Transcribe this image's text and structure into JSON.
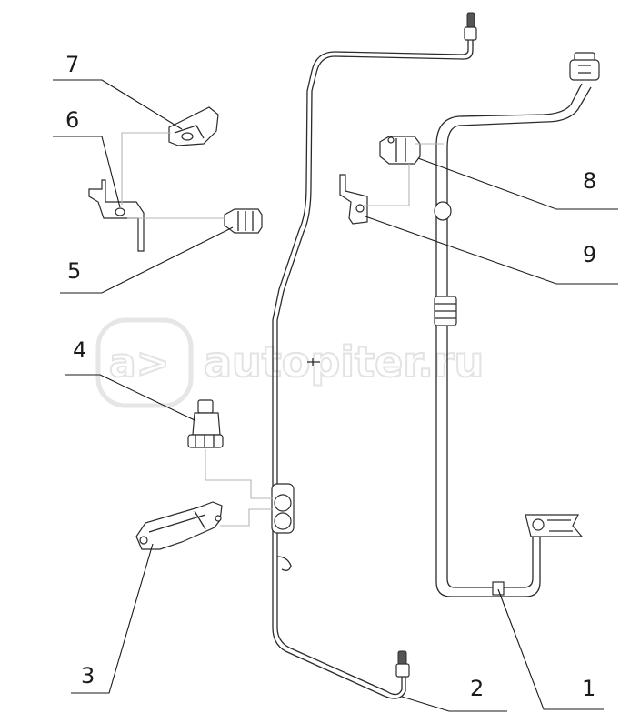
{
  "watermark": {
    "text": "autopiter.ru"
  },
  "callouts": [
    {
      "id": "1",
      "label": "1"
    },
    {
      "id": "2",
      "label": "2"
    },
    {
      "id": "3",
      "label": "3"
    },
    {
      "id": "4",
      "label": "4"
    },
    {
      "id": "5",
      "label": "5"
    },
    {
      "id": "6",
      "label": "6"
    },
    {
      "id": "7",
      "label": "7"
    },
    {
      "id": "8",
      "label": "8"
    },
    {
      "id": "9",
      "label": "9"
    }
  ]
}
